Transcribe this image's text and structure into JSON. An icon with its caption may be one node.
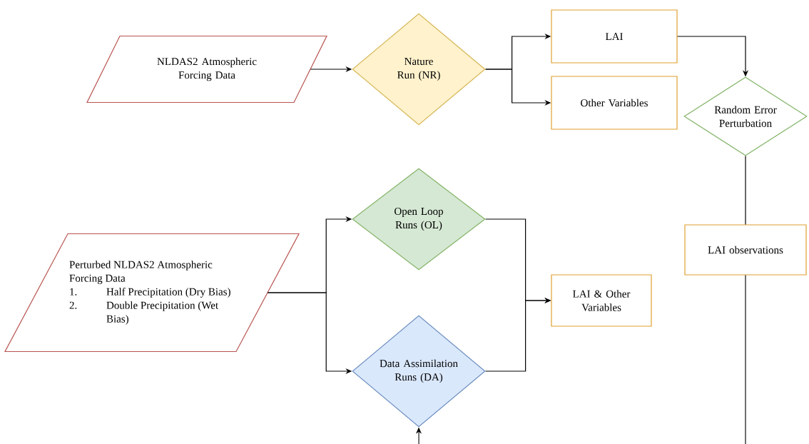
{
  "diagram": {
    "nodes": [
      {
        "text": [
          "NLDAS2 Atmospheric Forcing Data"
        ]
      },
      {
        "text": [
          "Nature Run (NR)"
        ]
      },
      {
        "text": [
          "LAI"
        ]
      },
      {
        "text": [
          "Other Variables"
        ]
      },
      {
        "text": [
          "Random Error Perturbation"
        ]
      },
      {
        "text": [
          "LAI observations"
        ]
      },
      {
        "text": [
          "Perturbed NLDAS2 Atmospheric Forcing Data",
          "1.",
          "Half Precipitation (Dry Bias)",
          "2.",
          "Double Precipitation (Wet Bias)"
        ]
      },
      {
        "text": [
          "Open Loop Runs (OL)"
        ]
      },
      {
        "text": [
          "Data Assimilation Runs (DA)"
        ]
      },
      {
        "text": [
          "LAI & Other Variables"
        ]
      }
    ],
    "edges": [
      {
        "from": 0,
        "to": 1,
        "arrow": "to"
      },
      {
        "from": 1,
        "to": 2,
        "arrow": "to"
      },
      {
        "from": 1,
        "to": 3,
        "arrow": "to"
      },
      {
        "from": 2,
        "to": 4,
        "arrow": "to"
      },
      {
        "from": 4,
        "to": 5,
        "arrow": "none"
      },
      {
        "from": 5,
        "to": null,
        "arrow": "none"
      },
      {
        "from": 6,
        "to": 7,
        "arrow": "to"
      },
      {
        "from": 6,
        "to": 8,
        "arrow": "to"
      },
      {
        "from": 7,
        "to": 9,
        "arrow": "to"
      },
      {
        "from": 8,
        "to": 9,
        "arrow": "to"
      },
      {
        "from": null,
        "to": 8,
        "arrow": "to"
      }
    ]
  }
}
